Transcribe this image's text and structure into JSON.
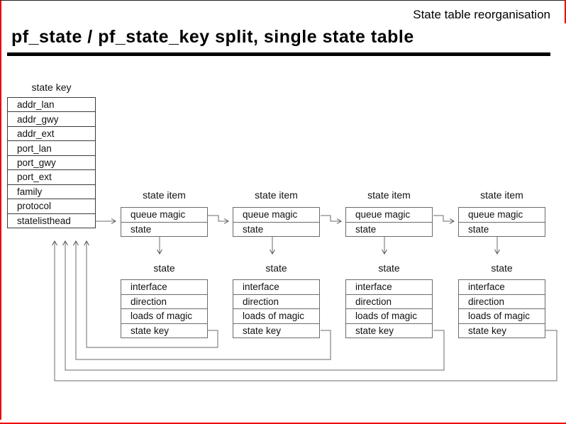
{
  "slide": {
    "header_label": "State table reorganisation",
    "title": "pf_state / pf_state_key split, single state table"
  },
  "state_key_table": {
    "label": "state key",
    "rows": [
      "addr_lan",
      "addr_gwy",
      "addr_ext",
      "port_lan",
      "port_gwy",
      "port_ext",
      "family",
      "protocol",
      "statelisthead"
    ]
  },
  "state_item_box": {
    "label": "state item",
    "rows": [
      "queue magic",
      "state"
    ]
  },
  "state_box": {
    "label": "state",
    "rows": [
      "interface",
      "direction",
      "loads of magic",
      "state key"
    ]
  },
  "diagram": {
    "state_item_count": 4,
    "state_count": 4
  },
  "colors": {
    "frame_red": "#ee0000",
    "line_gray": "#6b6b6b",
    "table_line": "#3a3a3a",
    "text": "#111111"
  }
}
